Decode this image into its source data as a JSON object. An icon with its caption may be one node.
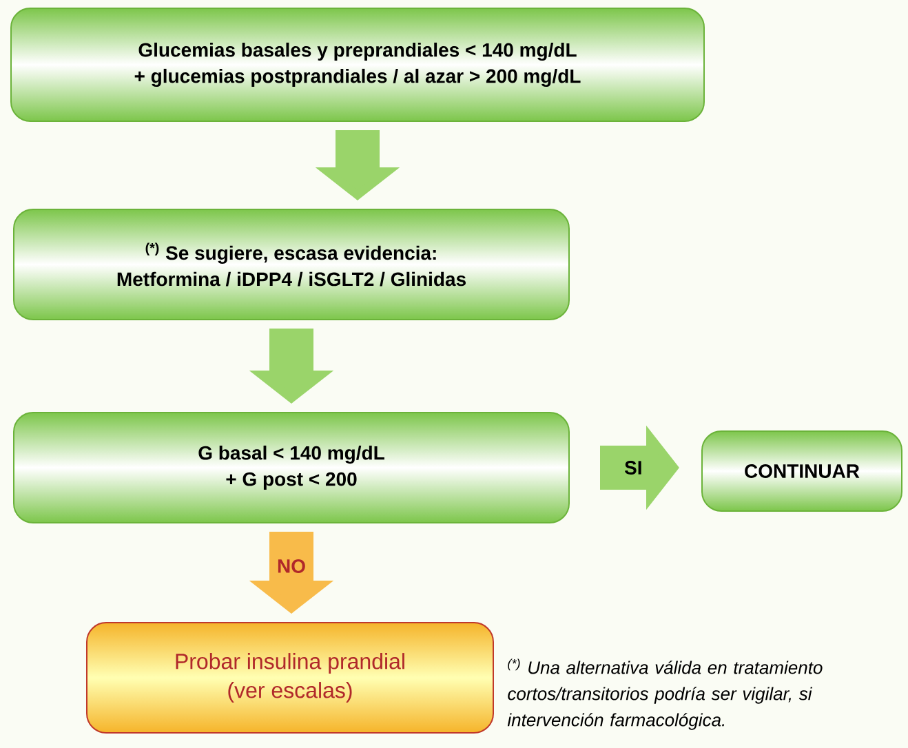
{
  "diagram": {
    "nodes": [
      {
        "text": [
          "Glucemias basales y preprandiales < 140 mg/dL",
          "+ glucemias postprandiales / al azar > 200 mg/dL"
        ]
      },
      {
        "text": [
          "$^{(*)}$ Se sugiere, escasa evidencia:",
          "Metformina / iDPP4 / iSGLT2 / Glinidas"
        ]
      },
      {
        "text": [
          "G basal < 140 mg/dL",
          "+ G post < 200"
        ]
      },
      {
        "text": [
          "CONTINUAR"
        ]
      },
      {
        "text": [
          "Probar insulina prandial",
          "(ver escalas)"
        ]
      }
    ],
    "edges": [
      {
        "from": 0,
        "to": 1,
        "arrow": "to"
      },
      {
        "from": 1,
        "to": 2,
        "arrow": "to"
      },
      {
        "from": 2,
        "to": 3,
        "arrow": "to",
        "label": "SI"
      },
      {
        "from": 2,
        "to": 4,
        "arrow": "to",
        "label": "NO",
        "color": "#f8bb4a"
      }
    ],
    "labels": [
      "$^{(*)}$ Una alternativa válida en tratamiento cortos/transitorios podría ser vigilar, si intervención farmacológica."
    ]
  }
}
